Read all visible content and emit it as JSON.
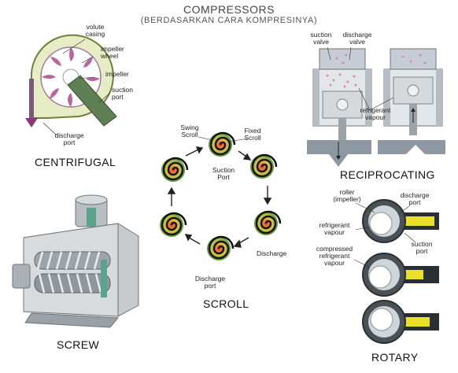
{
  "header": {
    "title": "COMPRESSORS",
    "subtitle": "(BERDASARKAN CARA KOMPRESINYA)"
  },
  "centrifugal": {
    "name": "CENTRIFUGAL",
    "labels": {
      "volute_casing": [
        "volute",
        "casing"
      ],
      "impeller_wheel": [
        "impeller",
        "wheel"
      ],
      "impeller": "impeller",
      "suction_port": [
        "suction",
        "port"
      ],
      "discharge_port": [
        "discharge",
        "port"
      ]
    }
  },
  "reciprocating": {
    "name": "RECIPROCATING",
    "labels": {
      "suction_valve": [
        "suction",
        "valve"
      ],
      "discharge_valve": [
        "discharge",
        "valve"
      ],
      "refrigerant_vapour": [
        "refrigerant",
        "vapour"
      ]
    }
  },
  "scroll": {
    "name": "SCROLL",
    "labels": {
      "swing_scroll": [
        "Swing",
        "Scroll"
      ],
      "fixed_scroll": [
        "Fixed",
        "Scroll"
      ],
      "suction_port": [
        "Suction",
        "Port"
      ],
      "discharge": "Discharge",
      "discharge_port": [
        "Discharge",
        "port"
      ]
    }
  },
  "screw": {
    "name": "SCREW"
  },
  "rotary": {
    "name": "ROTARY",
    "labels": {
      "roller": [
        "roller",
        "(impeller)"
      ],
      "discharge_port": [
        "discharge",
        "port"
      ],
      "refrigerant_vapour": [
        "refrigerant",
        "vapour"
      ],
      "suction_port": [
        "suction",
        "port"
      ],
      "compressed_refrigerant_vapour": [
        "compressed",
        "refrigerant",
        "vapour"
      ]
    }
  }
}
